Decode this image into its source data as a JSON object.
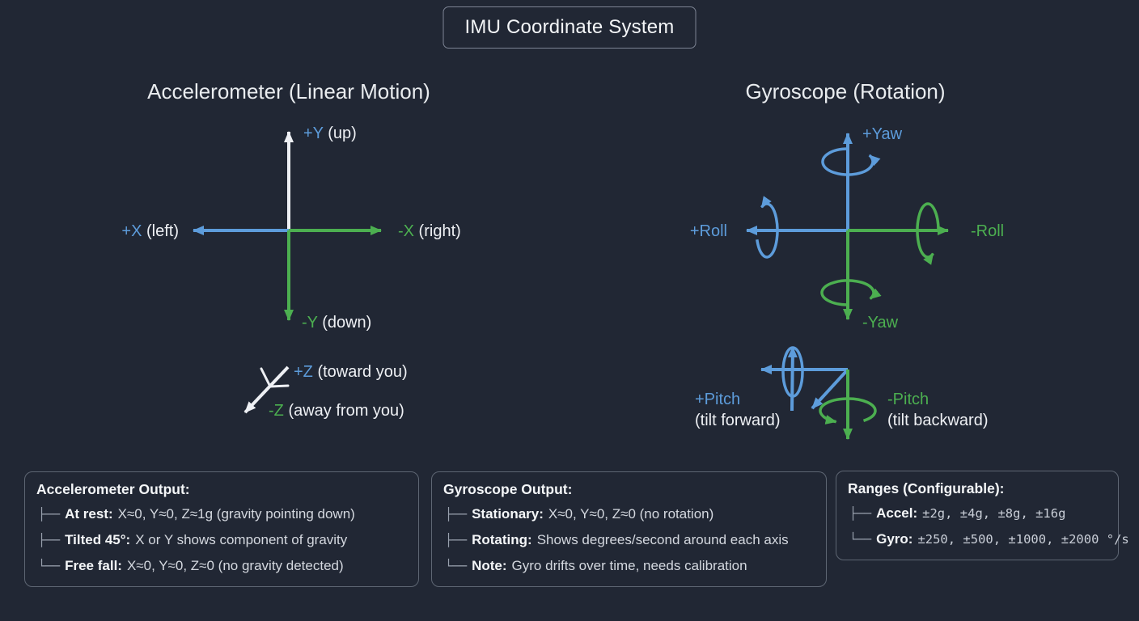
{
  "title": "IMU Coordinate System",
  "colors": {
    "bg": "#212734",
    "blue": "#5d9cdb",
    "green": "#4caf50",
    "white-arrow": "#eef0f4"
  },
  "accelerometer": {
    "heading": "Accelerometer (Linear Motion)",
    "labels": [
      {
        "axis": "+Y",
        "desc": " (up)"
      },
      {
        "axis": "+X",
        "desc": " (left)"
      },
      {
        "axis": "-X",
        "desc": " (right)"
      },
      {
        "axis": "-Y",
        "desc": " (down)"
      },
      {
        "axis": "+Z",
        "desc": " (toward you)"
      },
      {
        "axis": "-Z",
        "desc": " (away from you)"
      }
    ]
  },
  "gyroscope": {
    "heading": "Gyroscope (Rotation)",
    "labels": [
      {
        "text": "+Yaw"
      },
      {
        "text": "+Roll"
      },
      {
        "text": "-Roll"
      },
      {
        "text": "-Yaw"
      },
      {
        "text": "+Pitch",
        "sub": "(tilt forward)"
      },
      {
        "text": "-Pitch",
        "sub": "(tilt backward)"
      }
    ]
  },
  "boxes": [
    {
      "title": "Accelerometer Output:",
      "rows": [
        {
          "tree": "├──",
          "label": "At rest:",
          "text": "X≈0, Y≈0, Z≈1g (gravity pointing down)"
        },
        {
          "tree": "├──",
          "label": "Tilted 45°:",
          "text": "X or Y shows component of gravity"
        },
        {
          "tree": "└──",
          "label": "Free fall:",
          "text": "X≈0, Y≈0, Z≈0 (no gravity detected)"
        }
      ]
    },
    {
      "title": "Gyroscope Output:",
      "rows": [
        {
          "tree": "├──",
          "label": "Stationary:",
          "text": "X≈0, Y≈0, Z≈0 (no rotation)"
        },
        {
          "tree": "├──",
          "label": "Rotating:",
          "text": "Shows degrees/second around each axis"
        },
        {
          "tree": "└──",
          "label": "Note:",
          "text": "Gyro drifts over time, needs calibration"
        }
      ]
    },
    {
      "title": "Ranges (Configurable):",
      "rows": [
        {
          "tree": "├──",
          "label": "Accel:",
          "text": "±2g, ±4g, ±8g, ±16g"
        },
        {
          "tree": "└──",
          "label": "Gyro:",
          "text": "±250, ±500, ±1000, ±2000 °/s"
        }
      ]
    }
  ]
}
